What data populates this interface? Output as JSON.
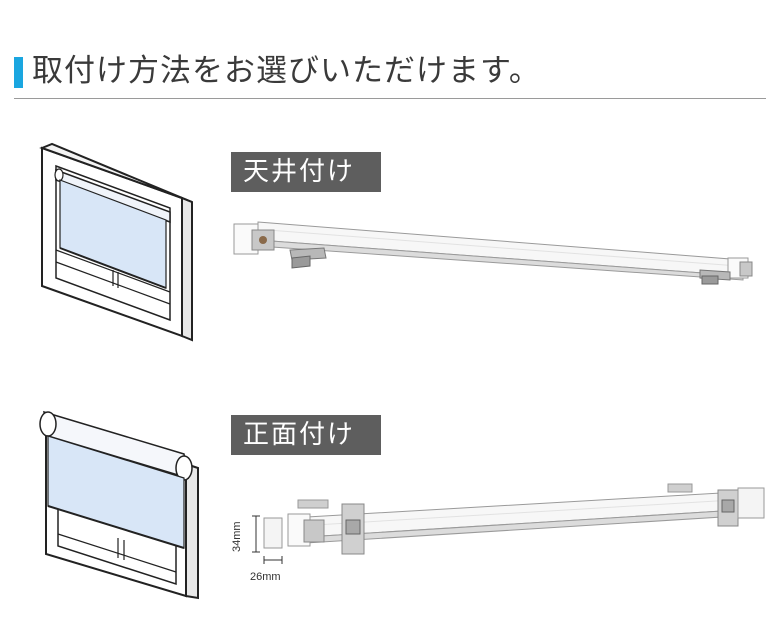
{
  "header": {
    "title": "取付け方法をお選びいただけます。",
    "accent_color": "#1aa6e0"
  },
  "sections": [
    {
      "id": "ceiling",
      "label": "天井付け"
    },
    {
      "id": "front",
      "label": "正面付け"
    }
  ],
  "dimensions": {
    "height": "34mm",
    "width": "26mm"
  },
  "colors": {
    "label_bg": "#5e5e5e",
    "blind_fill": "#d8e6f7",
    "frame_stroke": "#222222"
  }
}
